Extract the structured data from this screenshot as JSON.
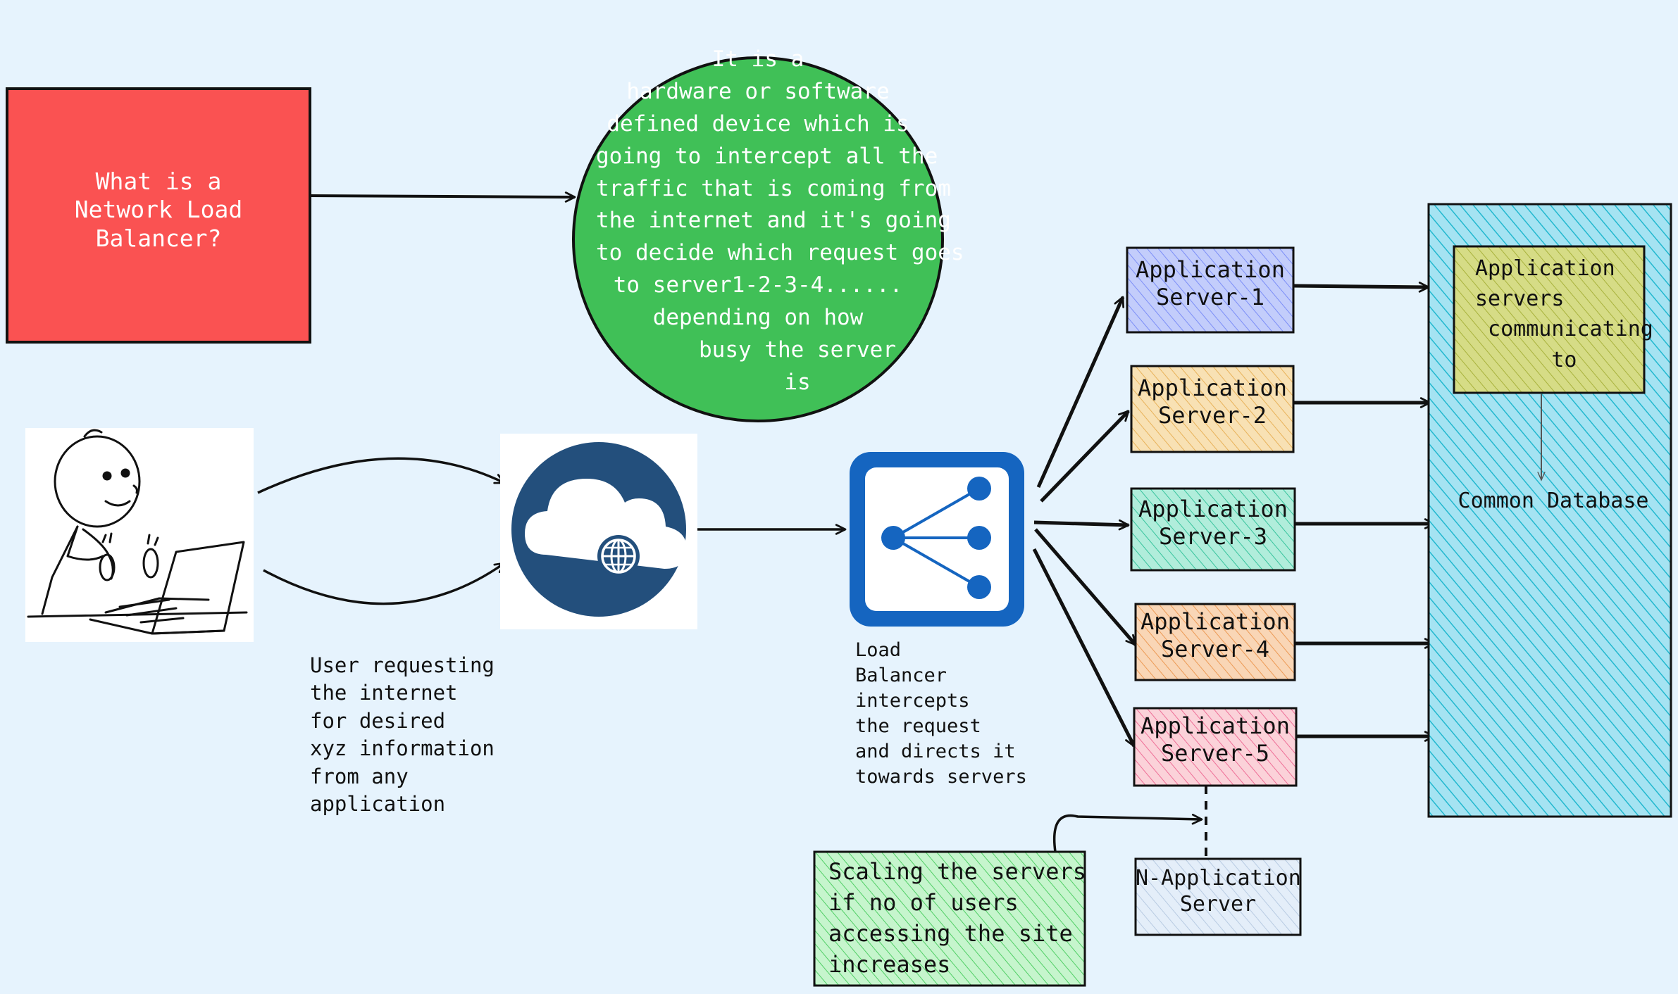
{
  "question_box": {
    "text": "What is a\nNetwork Load\nBalancer?",
    "fill": "#fa5252"
  },
  "answer_bubble": {
    "text": "It is a\nhardware or software\ndefined device which is\ngoing to intercept all the\ntraffic that is coming from\nthe internet and it's going\nto decide which request goes\nto server1-2-3-4......\ndepending on how\n      busy the server\n      is",
    "fill": "#40c057"
  },
  "user_caption": "User requesting\nthe internet\nfor desired\nxyz information\nfrom any\napplication",
  "lb_caption": "Load\nBalancer\nintercepts\nthe request\nand directs it\ntowards servers",
  "servers": [
    {
      "label": "Application\nServer-1",
      "fill": "#a5b4fc",
      "stroke": "#4c6ef5"
    },
    {
      "label": "Application\nServer-2",
      "fill": "#f6d59a",
      "stroke": "#e8a33d"
    },
    {
      "label": "Application\nServer-3",
      "fill": "#8ee0c8",
      "stroke": "#20b08a"
    },
    {
      "label": "Application\nServer-4",
      "fill": "#f7c39a",
      "stroke": "#e8803d"
    },
    {
      "label": "Application\nServer-5",
      "fill": "#f9b9c3",
      "stroke": "#e64980"
    }
  ],
  "n_server": {
    "label": "N-Application\nServer",
    "fill": "#dbe7f5"
  },
  "scaling_note": {
    "text": "Scaling the servers\nif no of users\naccessing the site\nincreases",
    "fill": "#b2f2bb",
    "stroke": "#2f9e44"
  },
  "database": {
    "label": "Common Database",
    "fill": "#a5e3f2",
    "hatch": "#22b8cf"
  },
  "db_note": {
    "text": "Application\nservers\n communicating\n      to",
    "fill": "#c8d46a"
  },
  "icons": [
    "stick-figure-laptop-icon",
    "cloud-globe-icon",
    "load-balancer-icon"
  ],
  "colors": {
    "background": "#e6f3fd",
    "icon_blue": "#234f7c",
    "lb_blue": "#1565c0"
  }
}
